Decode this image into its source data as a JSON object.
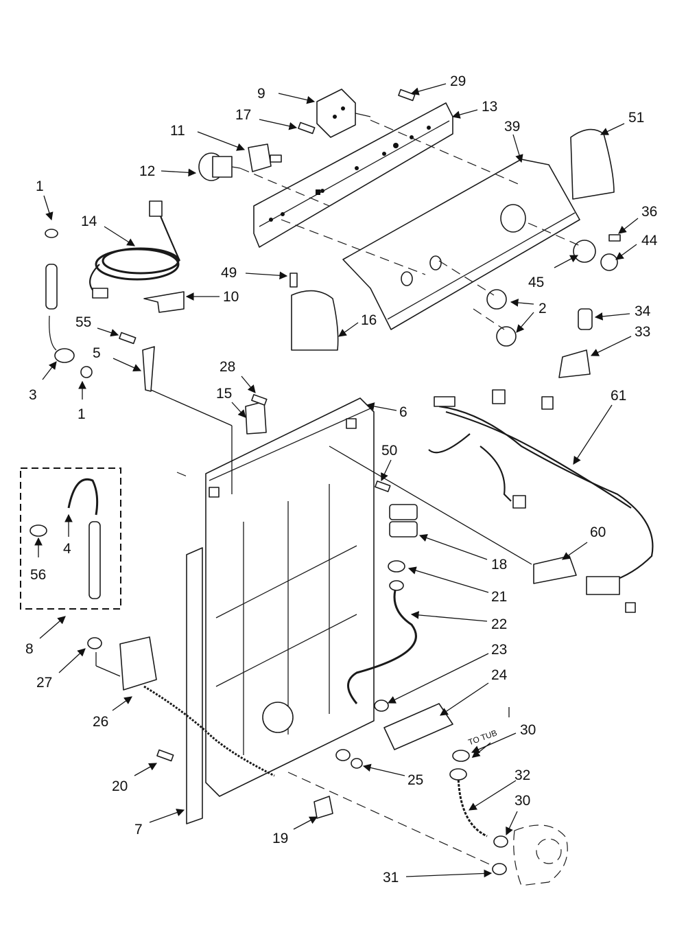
{
  "diagram": {
    "callouts": [
      "1",
      "1",
      "2",
      "3",
      "4",
      "5",
      "6",
      "7",
      "8",
      "9",
      "10",
      "11",
      "12",
      "13",
      "14",
      "15",
      "16",
      "17",
      "18",
      "19",
      "20",
      "21",
      "22",
      "23",
      "24",
      "25",
      "26",
      "27",
      "28",
      "29",
      "30",
      "30",
      "31",
      "32",
      "33",
      "34",
      "36",
      "39",
      "44",
      "45",
      "49",
      "50",
      "51",
      "55",
      "56",
      "60",
      "61"
    ],
    "annotation_to_tub": "TO TUB"
  },
  "colors": {
    "line": "#1a1a1a",
    "background": "#ffffff",
    "shade": "#cfcfcf"
  }
}
